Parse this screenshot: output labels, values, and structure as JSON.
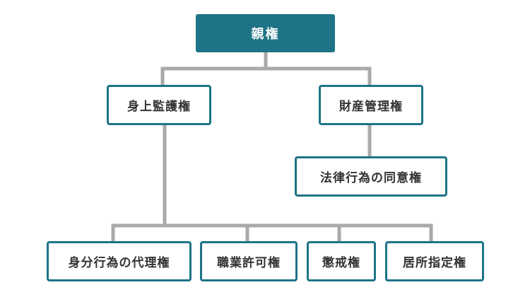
{
  "diagram": {
    "root": {
      "label": "親権"
    },
    "branches": [
      {
        "label": "身上監護権",
        "children": [
          {
            "label": "身分行為の代理権"
          },
          {
            "label": "職業許可権"
          },
          {
            "label": "懲戒権"
          },
          {
            "label": "居所指定権"
          }
        ]
      },
      {
        "label": "財産管理権",
        "children": [
          {
            "label": "法律行為の同意権"
          }
        ]
      }
    ]
  },
  "colors": {
    "accent": "#1e7486",
    "connector": "#a9a9a9",
    "text": "#333333"
  }
}
